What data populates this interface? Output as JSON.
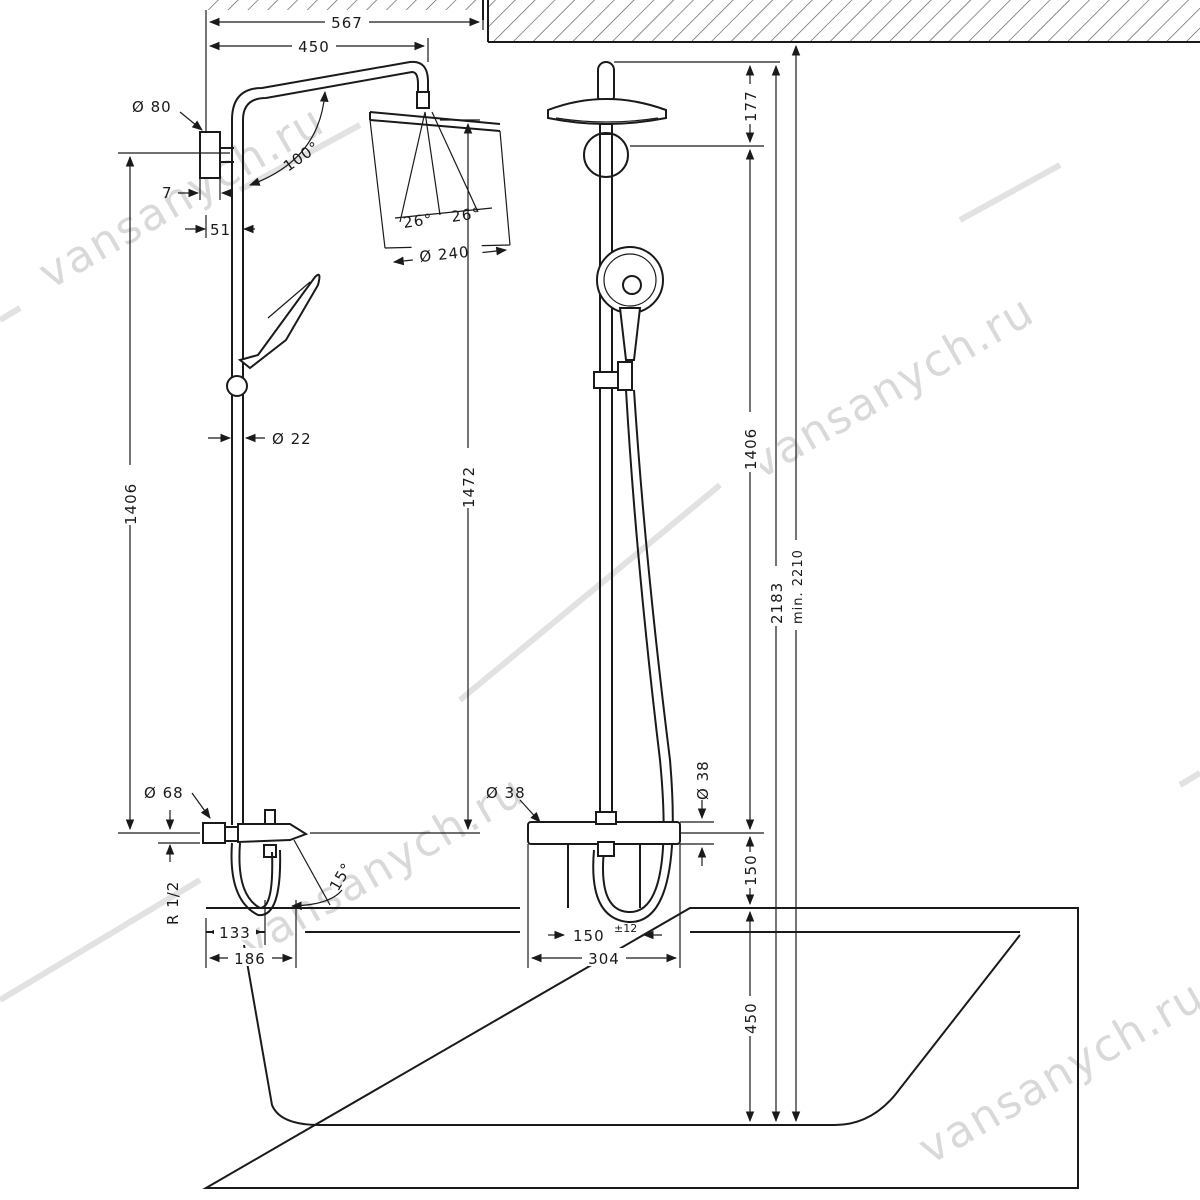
{
  "side_view": {
    "top_width": "567",
    "arm_length": "450",
    "wall_flange_diameter": "Ø 80",
    "flange_thickness": "7",
    "pipe_offset": "51",
    "arm_angle": "100°",
    "spray_angle_left": "26°",
    "spray_angle_right": "26°",
    "head_diameter": "Ø 240",
    "pipe_diameter": "Ø 22",
    "rail_height": "1406",
    "head_height": "1472",
    "mixer_flange_diameter": "Ø 68",
    "connection_thread": "R 1/2",
    "spout_angle": "15°",
    "spout_reach_short": "133",
    "spout_reach_long": "186"
  },
  "front_view": {
    "mixer_diameter": "Ø 38",
    "knob_diameter": "Ø 38",
    "head_drop": "177",
    "rail_height": "1406",
    "mixer_to_tub": "150",
    "tub_height": "450",
    "total_height": "2183",
    "min_ceiling": "min. 2210",
    "connection_spacing": "150",
    "connection_tolerance": "±12",
    "mixer_width": "304"
  },
  "watermark": {
    "text": "vansanych.ru"
  }
}
